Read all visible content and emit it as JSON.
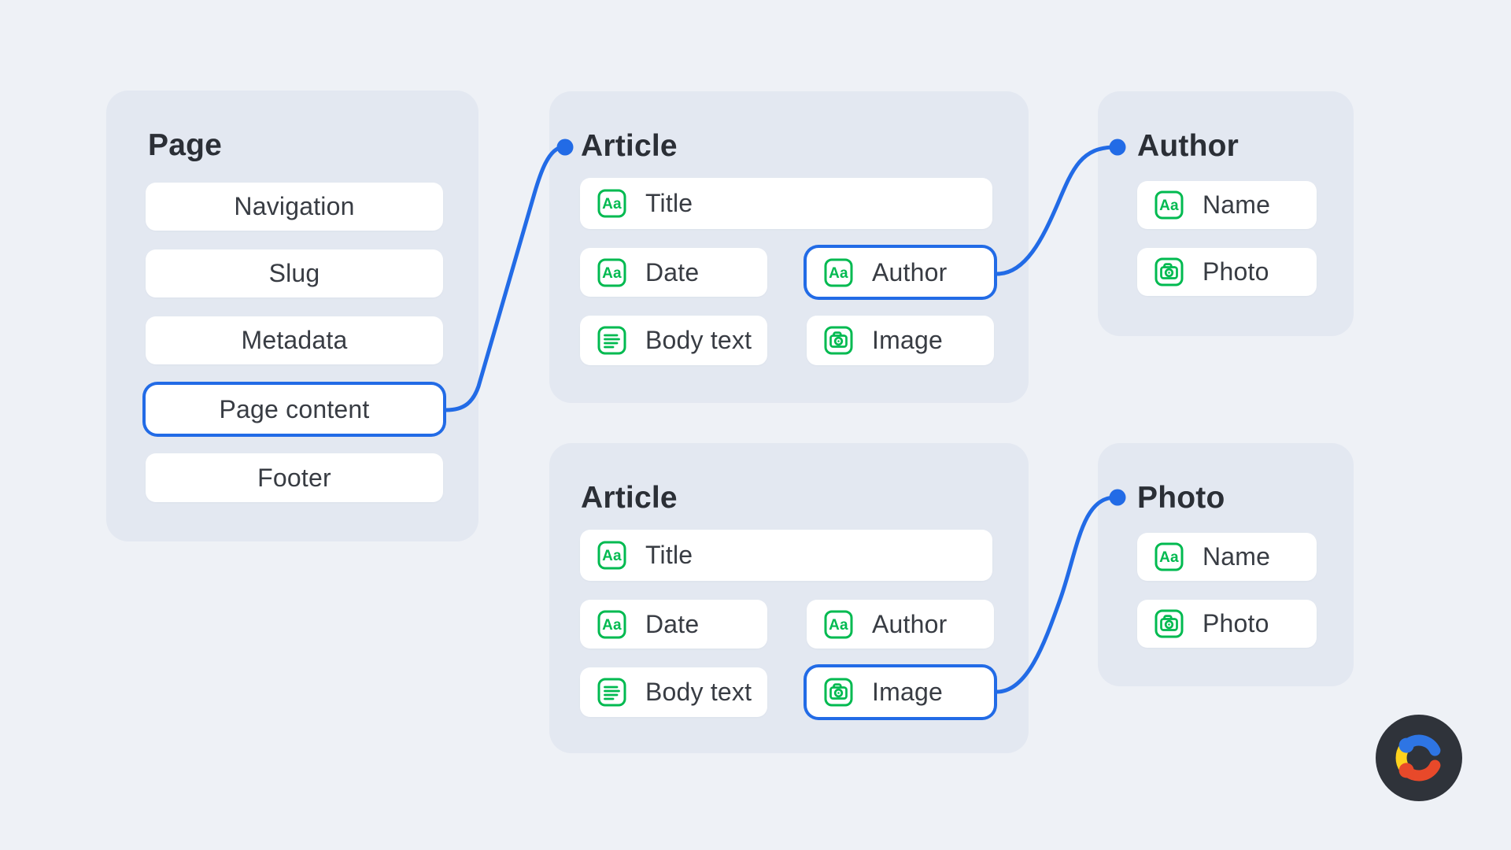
{
  "colors": {
    "accent_blue": "#226be6",
    "field_green": "#00ba50",
    "page_background": "#eef1f6",
    "card_background": "#e3e8f1",
    "row_background": "#ffffff",
    "title_text": "#2b2f36",
    "label_text": "#383c43"
  },
  "cards": [
    {
      "id": "page",
      "title": "Page",
      "layout": "stack",
      "has_link_dot": false,
      "fields": [
        {
          "label": "Navigation"
        },
        {
          "label": "Slug"
        },
        {
          "label": "Metadata"
        },
        {
          "label": "Page content",
          "highlighted": true
        },
        {
          "label": "Footer"
        }
      ]
    },
    {
      "id": "article-top",
      "title": "Article",
      "layout": "article",
      "has_link_dot": true,
      "fields": [
        {
          "label": "Title",
          "icon": "text"
        },
        {
          "label": "Date",
          "icon": "text"
        },
        {
          "label": "Author",
          "icon": "text",
          "highlighted": true
        },
        {
          "label": "Body text",
          "icon": "richtext"
        },
        {
          "label": "Image",
          "icon": "media"
        }
      ]
    },
    {
      "id": "author",
      "title": "Author",
      "layout": "side",
      "has_link_dot": true,
      "fields": [
        {
          "label": "Name",
          "icon": "text"
        },
        {
          "label": "Photo",
          "icon": "media"
        }
      ]
    },
    {
      "id": "article-bottom",
      "title": "Article",
      "layout": "article",
      "has_link_dot": false,
      "fields": [
        {
          "label": "Title",
          "icon": "text"
        },
        {
          "label": "Date",
          "icon": "text"
        },
        {
          "label": "Author",
          "icon": "text"
        },
        {
          "label": "Body text",
          "icon": "richtext"
        },
        {
          "label": "Image",
          "icon": "media",
          "highlighted": true
        }
      ]
    },
    {
      "id": "photo",
      "title": "Photo",
      "layout": "side",
      "has_link_dot": true,
      "fields": [
        {
          "label": "Name",
          "icon": "text"
        },
        {
          "label": "Photo",
          "icon": "media"
        }
      ]
    }
  ],
  "connections": [
    {
      "from": "Page / Page content",
      "to": "Article"
    },
    {
      "from": "Article / Author",
      "to": "Author"
    },
    {
      "from": "Article / Image",
      "to": "Photo"
    }
  ],
  "logo": {
    "name": "contentful-logo",
    "colors": {
      "circle": "#2f333a",
      "arc_blue": "#2e75e4",
      "arc_yellow": "#fdd21e",
      "arc_red": "#e8492a"
    }
  }
}
